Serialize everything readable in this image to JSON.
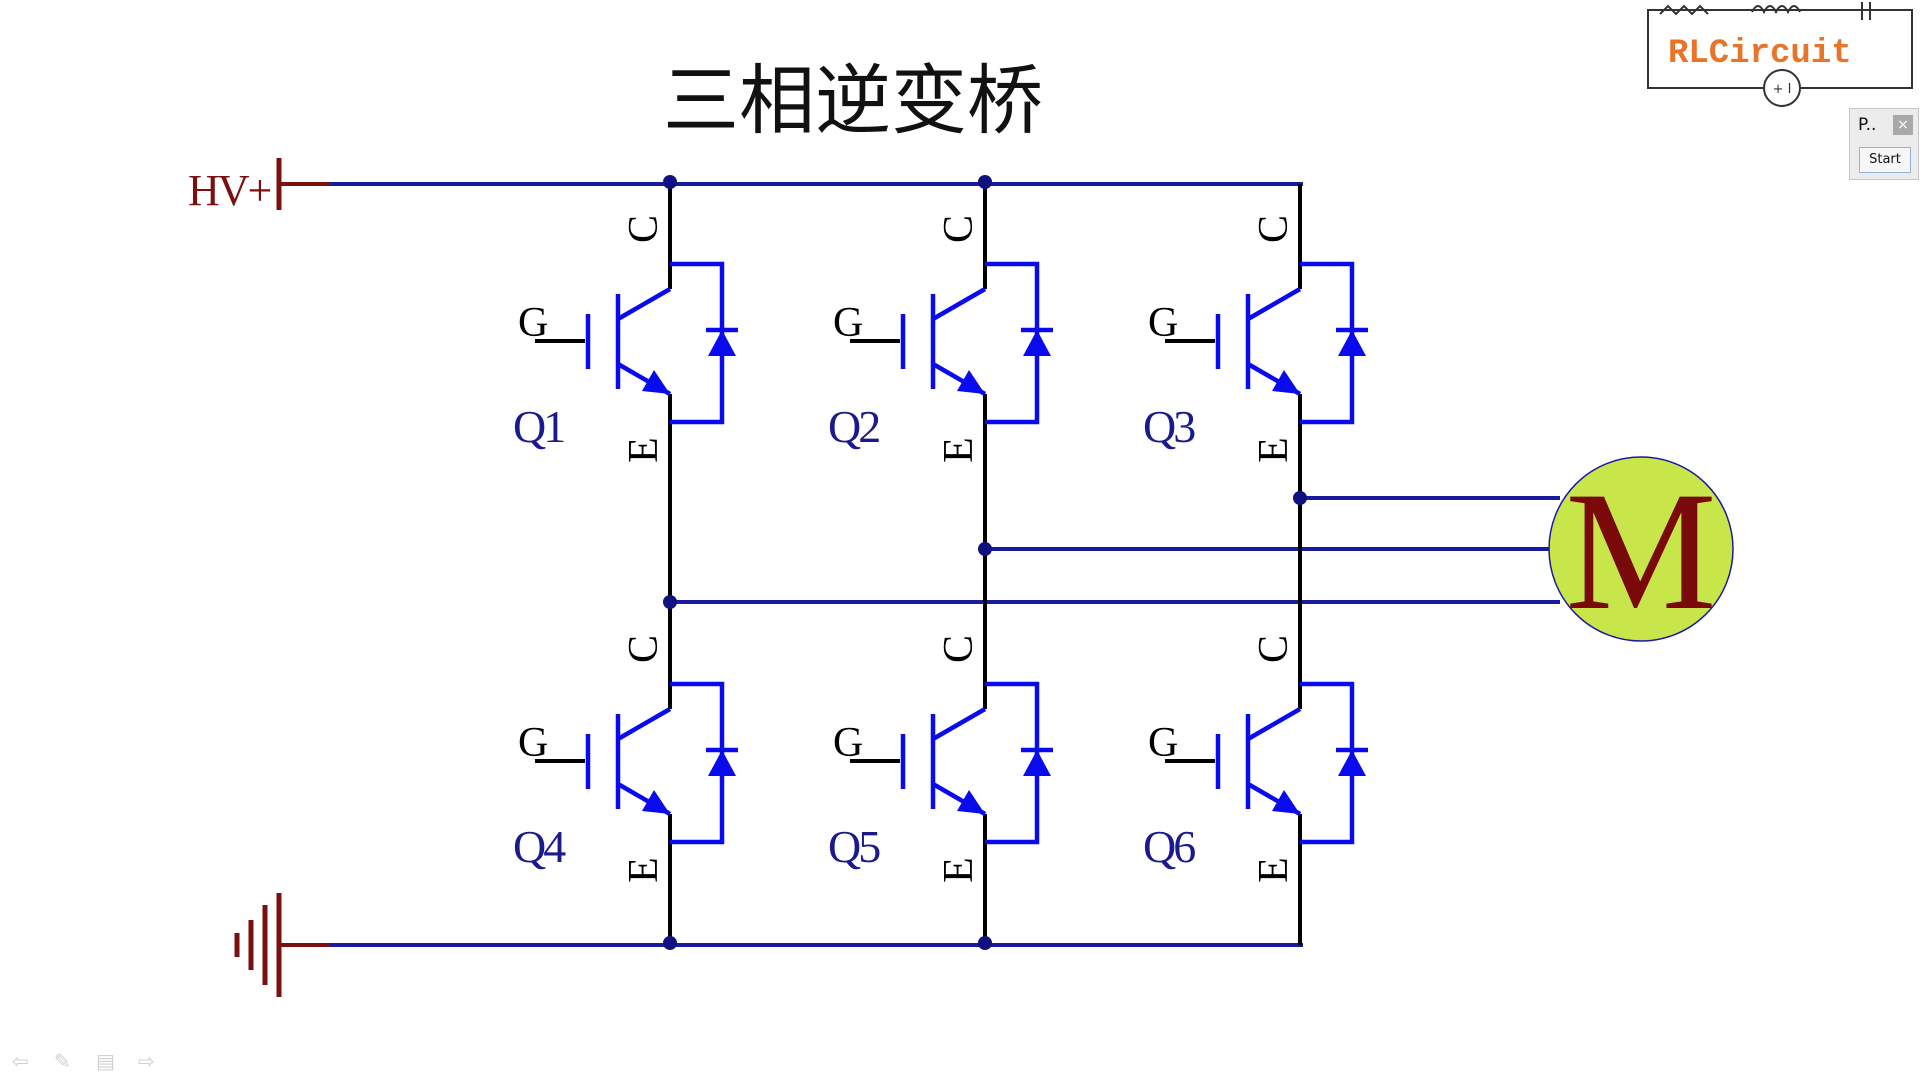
{
  "title": "三相逆变桥",
  "supply": {
    "positive_label": "HV+"
  },
  "pin_labels": {
    "collector": "C",
    "gate": "G",
    "emitter": "E"
  },
  "transistors": [
    "Q1",
    "Q2",
    "Q3",
    "Q4",
    "Q5",
    "Q6"
  ],
  "motor": {
    "label": "M",
    "fill": "#c8e64a"
  },
  "logo": {
    "text": "RLCircuit",
    "source_symbol": "+ I"
  },
  "mini_panel": {
    "title": "P..",
    "close": "×",
    "start_label": "Start"
  },
  "nav_icons": [
    "back-arrow-icon",
    "pen-icon",
    "menu-icon",
    "forward-arrow-icon"
  ],
  "colors": {
    "wire": "#1a1aa0",
    "component": "#0a0aee",
    "pin_text": "#000000",
    "supply": "#7a1010"
  }
}
